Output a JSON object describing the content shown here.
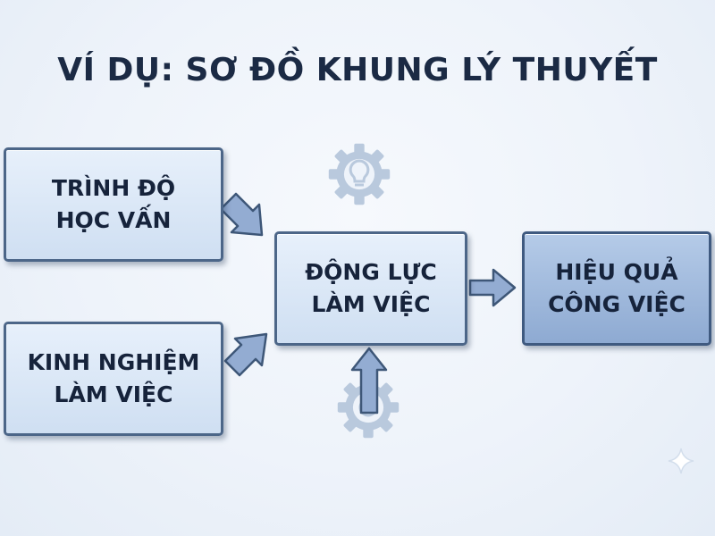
{
  "title": "VÍ DỤ: SƠ ĐỒ KHUNG LÝ THUYẾT",
  "nodes": {
    "education": "TRÌNH ĐỘ\nHỌC VẤN",
    "experience": "KINH NGHIỆM\nLÀM VIỆC",
    "motivation": "ĐỘNG LỰC\nLÀM VIỆC",
    "performance": "HIỆU QUẢ\nCÔNG VIỆC"
  },
  "icons": {
    "top": "lightbulb-gear-icon",
    "bottom": "target-gear-icon",
    "corner": "sparkle-icon"
  },
  "colors": {
    "title": "#1b2a44",
    "box_fill": "#d7e5f5",
    "box_border": "#4c6688",
    "result_fill": "#9fb9dd",
    "arrow_fill": "#93acd2",
    "arrow_stroke": "#3e5778",
    "icon": "#b9c9dd"
  }
}
